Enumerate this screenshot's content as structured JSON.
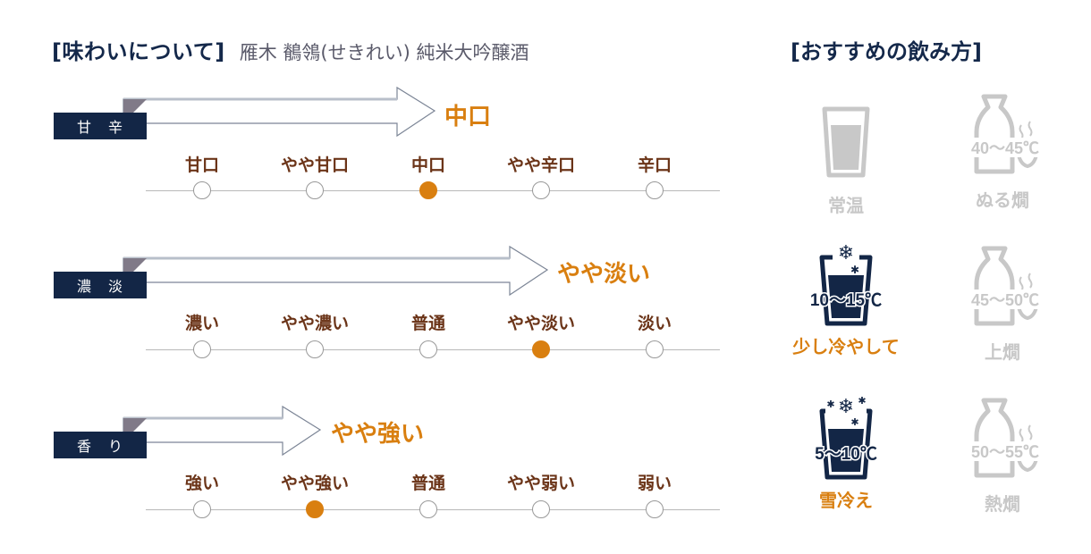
{
  "header": {
    "section_title": "[味わいについて]",
    "product_name": "雁木 鶺鴒(せきれい) 純米大吟醸酒"
  },
  "colors": {
    "navy": "#132646",
    "accent_orange": "#d97f10",
    "label_brown": "#6b3418",
    "inactive_gray": "#c8c8c8"
  },
  "taste_scales": [
    {
      "tag": [
        "甘",
        "辛"
      ],
      "result": "中口",
      "selected_index": 2,
      "options": [
        "甘口",
        "やや甘口",
        "中口",
        "やや辛口",
        "辛口"
      ]
    },
    {
      "tag": [
        "濃",
        "淡"
      ],
      "result": "やや淡い",
      "selected_index": 3,
      "options": [
        "濃い",
        "やや濃い",
        "普通",
        "やや淡い",
        "淡い"
      ]
    },
    {
      "tag": [
        "香",
        "り"
      ],
      "result": "やや強い",
      "selected_index": 1,
      "options": [
        "強い",
        "やや強い",
        "普通",
        "やや弱い",
        "弱い"
      ]
    }
  ],
  "recommend": {
    "title": "[おすすめの飲み方]",
    "items": [
      {
        "label": "常温",
        "icon": "glass-icon",
        "temp": "",
        "active": false
      },
      {
        "label": "ぬる燗",
        "icon": "tokkuri-icon",
        "temp": "40〜45℃",
        "active": false
      },
      {
        "label": "少し冷やして",
        "icon": "chilled-glass-icon",
        "temp": "10〜15℃",
        "active": true
      },
      {
        "label": "上燗",
        "icon": "tokkuri-icon",
        "temp": "45〜50℃",
        "active": false
      },
      {
        "label": "雪冷え",
        "icon": "snow-chilled-glass-icon",
        "temp": "5〜10℃",
        "active": true
      },
      {
        "label": "熱燗",
        "icon": "tokkuri-icon",
        "temp": "50〜55℃",
        "active": false
      }
    ]
  }
}
